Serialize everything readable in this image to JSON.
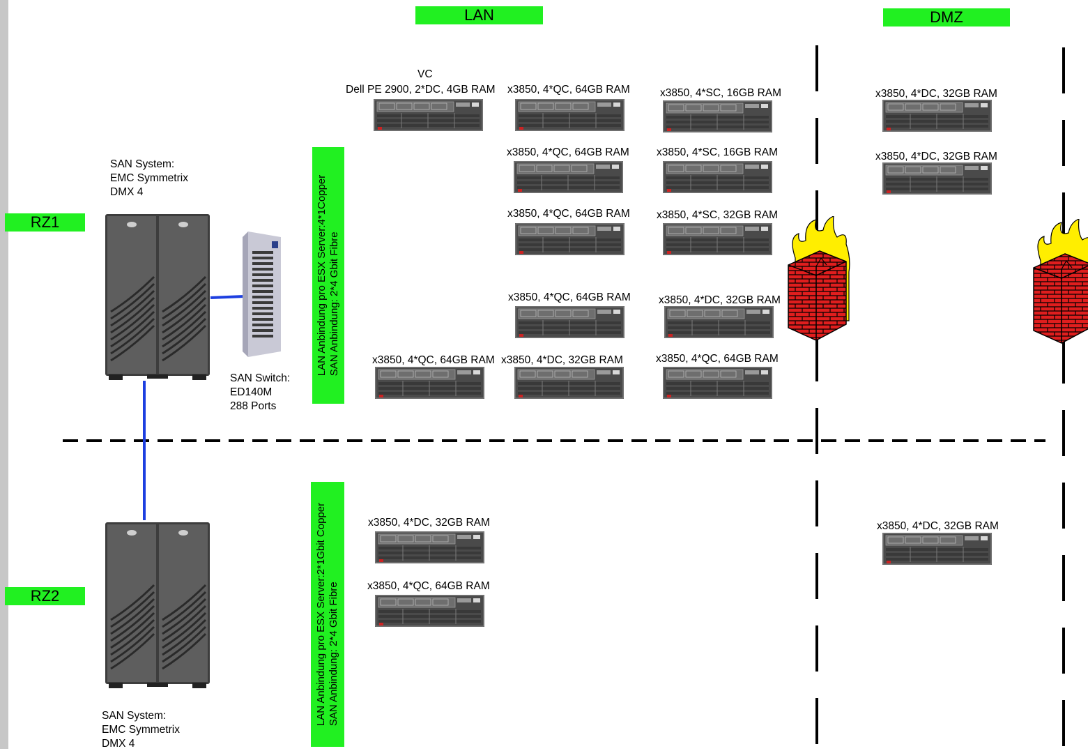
{
  "zones": {
    "lan": "LAN",
    "dmz": "DMZ"
  },
  "sites": {
    "rz1": "RZ1",
    "rz2": "RZ2"
  },
  "connection_labels": {
    "rz1": [
      "LAN Anbindung pro ESX Server:4*1Copper",
      "SAN Anbindung: 2*4 Gbit Fibre"
    ],
    "rz2": [
      "LAN Anbindung pro ESX Server:2*1Gbit Copper",
      "SAN Anbindung: 2*4 Gbit Fibre"
    ]
  },
  "san_systems": {
    "rz1": [
      "SAN System:",
      "EMC Symmetrix",
      "DMX 4"
    ],
    "rz2": [
      "SAN System:",
      "EMC Symmetrix",
      "DMX 4"
    ]
  },
  "san_switch": [
    "SAN Switch:",
    "ED140M",
    "288 Ports"
  ],
  "vc_server": {
    "title": "VC",
    "spec": "Dell PE 2900, 2*DC, 4GB RAM"
  },
  "servers": {
    "rz1_lan": [
      "x3850, 4*QC, 64GB RAM",
      "x3850, 4*SC, 16GB RAM",
      "x3850, 4*QC, 64GB RAM",
      "x3850, 4*SC, 16GB RAM",
      "x3850, 4*QC, 64GB RAM",
      "x3850, 4*SC, 32GB RAM",
      "x3850, 4*QC, 64GB RAM",
      "x3850, 4*DC, 32GB RAM",
      "x3850, 4*QC, 64GB RAM",
      "x3850, 4*DC, 32GB RAM",
      "x3850, 4*QC, 64GB RAM"
    ],
    "rz1_dmz": [
      "x3850, 4*DC, 32GB RAM",
      "x3850, 4*DC, 32GB RAM"
    ],
    "rz2_lan": [
      "x3850, 4*DC, 32GB RAM",
      "x3850, 4*QC, 64GB RAM"
    ],
    "rz2_dmz": [
      "x3850, 4*DC, 32GB RAM"
    ]
  },
  "colors": {
    "label_green": "#21f021",
    "link_blue": "#1d3fe0",
    "firewall_red": "#e02020",
    "flame_yellow": "#ffee00"
  }
}
